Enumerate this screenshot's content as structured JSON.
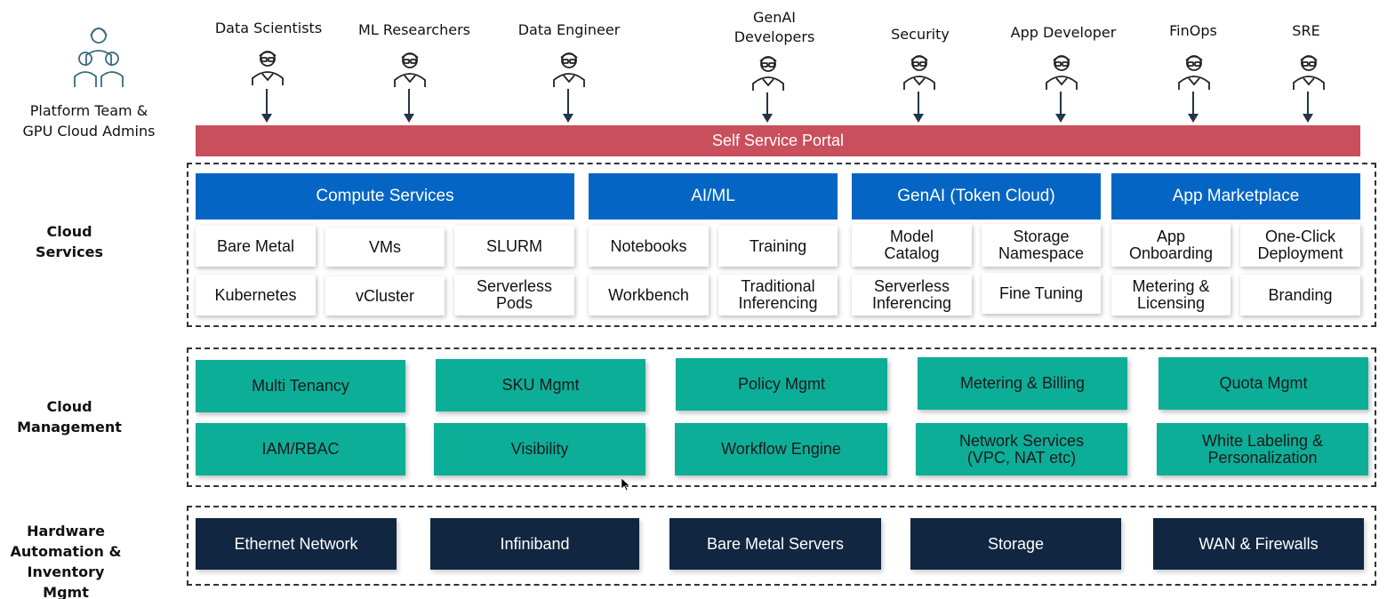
{
  "admin": {
    "label": "Platform Team &\nGPU Cloud Admins",
    "icon": "team-icon"
  },
  "personas": [
    {
      "label": "Data Scientists",
      "icon": "person-icon"
    },
    {
      "label": "ML Researchers",
      "icon": "person-icon"
    },
    {
      "label": "Data Engineer",
      "icon": "person-icon"
    },
    {
      "label": "GenAI\nDevelopers",
      "icon": "person-icon"
    },
    {
      "label": "Security",
      "icon": "person-icon"
    },
    {
      "label": "App Developer",
      "icon": "person-icon"
    },
    {
      "label": "FinOps",
      "icon": "person-icon"
    },
    {
      "label": "SRE",
      "icon": "person-icon"
    }
  ],
  "portal": {
    "label": "Self Service Portal",
    "color": "#c94f5d"
  },
  "layers": {
    "cloud_services": {
      "label": "Cloud\nServices",
      "groups": [
        {
          "title": "Compute Services",
          "items": [
            "Bare Metal",
            "VMs",
            "SLURM",
            "Kubernetes",
            "vCluster",
            "Serverless\nPods"
          ]
        },
        {
          "title": "AI/ML",
          "items": [
            "Notebooks",
            "Training",
            "Workbench",
            "Traditional\nInferencing"
          ]
        },
        {
          "title": "GenAI (Token Cloud)",
          "items": [
            "Model\nCatalog",
            "Storage\nNamespace",
            "Serverless\nInferencing",
            "Fine Tuning"
          ]
        },
        {
          "title": "App Marketplace",
          "items": [
            "App\nOnboarding",
            "One-Click\nDeployment",
            "Metering &\nLicensing",
            "Branding"
          ]
        }
      ]
    },
    "cloud_management": {
      "label": "Cloud\nManagement",
      "items": [
        "Multi Tenancy",
        "SKU Mgmt",
        "Policy Mgmt",
        "Metering & Billing",
        "Quota Mgmt",
        "IAM/RBAC",
        "Visibility",
        "Workflow Engine",
        "Network Services\n(VPC, NAT etc)",
        "White Labeling &\nPersonalization"
      ]
    },
    "hardware": {
      "label": "Hardware\nAutomation &\nInventory Mgmt",
      "items": [
        "Ethernet Network",
        "Infiniband",
        "Bare Metal Servers",
        "Storage",
        "WAN & Firewalls"
      ]
    }
  },
  "colors": {
    "service_header": "#0565c4",
    "management": "#0cae98",
    "hardware": "#112640",
    "arrow": "#243447"
  }
}
